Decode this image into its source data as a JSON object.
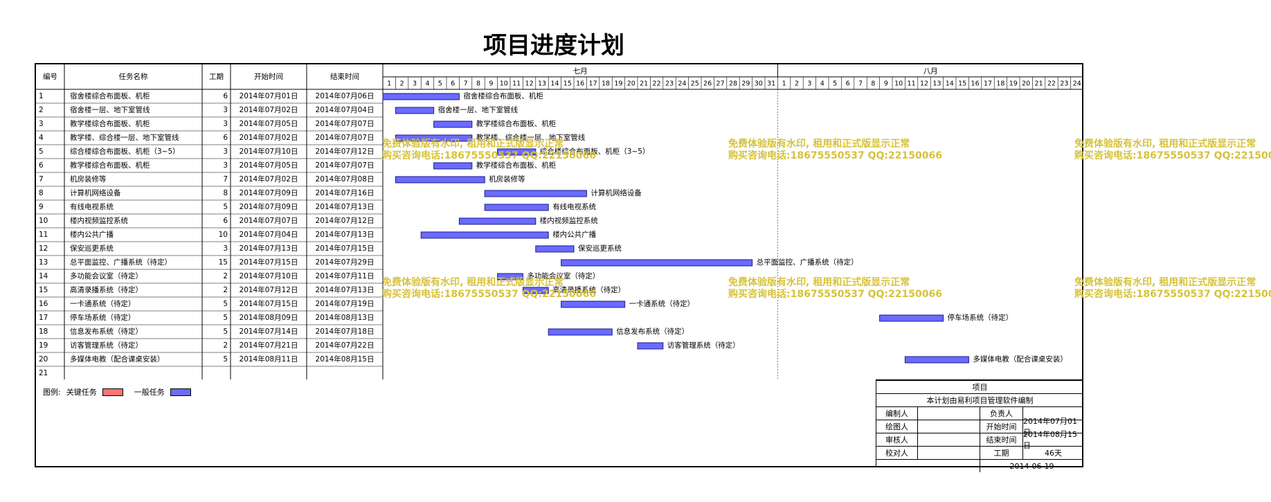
{
  "title": "项目进度计划",
  "chart_data": {
    "type": "gantt",
    "columns": [
      "编号",
      "任务名称",
      "工期",
      "开始时间",
      "结束时间"
    ],
    "months": [
      {
        "label": "七月",
        "days": 31
      },
      {
        "label": "八月",
        "days": 24
      }
    ],
    "tasks": [
      {
        "id": "1",
        "name": "宿舍楼综合布面板、机柜",
        "duration": 6,
        "start": "2014年07月01日",
        "end": "2014年07月06日",
        "s": 1,
        "e": 6
      },
      {
        "id": "2",
        "name": "宿舍楼一层、地下室管线",
        "duration": 3,
        "start": "2014年07月02日",
        "end": "2014年07月04日",
        "s": 2,
        "e": 4
      },
      {
        "id": "3",
        "name": "教学楼综合布面板、机柜",
        "duration": 3,
        "start": "2014年07月05日",
        "end": "2014年07月07日",
        "s": 5,
        "e": 7
      },
      {
        "id": "4",
        "name": "教学楼、综合楼一层、地下室管线",
        "duration": 6,
        "start": "2014年07月02日",
        "end": "2014年07月07日",
        "s": 2,
        "e": 7
      },
      {
        "id": "5",
        "name": "综合楼综合布面板、机柜（3~5）",
        "duration": 3,
        "start": "2014年07月10日",
        "end": "2014年07月12日",
        "s": 10,
        "e": 12
      },
      {
        "id": "6",
        "name": "教学楼综合布面板、机柜",
        "duration": 3,
        "start": "2014年07月05日",
        "end": "2014年07月07日",
        "s": 5,
        "e": 7
      },
      {
        "id": "7",
        "name": "机房装修等",
        "duration": 7,
        "start": "2014年07月02日",
        "end": "2014年07月08日",
        "s": 2,
        "e": 8
      },
      {
        "id": "8",
        "name": "计算机网络设备",
        "duration": 8,
        "start": "2014年07月09日",
        "end": "2014年07月16日",
        "s": 9,
        "e": 16
      },
      {
        "id": "9",
        "name": "有线电视系统",
        "duration": 5,
        "start": "2014年07月09日",
        "end": "2014年07月13日",
        "s": 9,
        "e": 13
      },
      {
        "id": "10",
        "name": "楼内视频监控系统",
        "duration": 6,
        "start": "2014年07月07日",
        "end": "2014年07月12日",
        "s": 7,
        "e": 12
      },
      {
        "id": "11",
        "name": "楼内公共广播",
        "duration": 10,
        "start": "2014年07月04日",
        "end": "2014年07月13日",
        "s": 4,
        "e": 13
      },
      {
        "id": "12",
        "name": "保安巡更系统",
        "duration": 3,
        "start": "2014年07月13日",
        "end": "2014年07月15日",
        "s": 13,
        "e": 15
      },
      {
        "id": "13",
        "name": "总平面监控、广播系统（待定）",
        "duration": 15,
        "start": "2014年07月15日",
        "end": "2014年07月29日",
        "s": 15,
        "e": 29
      },
      {
        "id": "14",
        "name": "多功能会议室（待定）",
        "duration": 2,
        "start": "2014年07月10日",
        "end": "2014年07月11日",
        "s": 10,
        "e": 11
      },
      {
        "id": "15",
        "name": "高清录播系统（待定）",
        "duration": 2,
        "start": "2014年07月12日",
        "end": "2014年07月13日",
        "s": 12,
        "e": 13
      },
      {
        "id": "16",
        "name": "一卡通系统（待定）",
        "duration": 5,
        "start": "2014年07月15日",
        "end": "2014年07月19日",
        "s": 15,
        "e": 19
      },
      {
        "id": "17",
        "name": "停车场系统（待定）",
        "duration": 5,
        "start": "2014年08月09日",
        "end": "2014年08月13日",
        "s": 40,
        "e": 44
      },
      {
        "id": "18",
        "name": "信息发布系统（待定）",
        "duration": 5,
        "start": "2014年07月14日",
        "end": "2014年07月18日",
        "s": 14,
        "e": 18
      },
      {
        "id": "19",
        "name": "访客管理系统（待定）",
        "duration": 2,
        "start": "2014年07月21日",
        "end": "2014年07月22日",
        "s": 21,
        "e": 22
      },
      {
        "id": "20",
        "name": "多媒体电教（配合课桌安装）",
        "duration": 5,
        "start": "2014年08月11日",
        "end": "2014年08月15日",
        "s": 42,
        "e": 46
      },
      {
        "id": "21",
        "name": "",
        "duration": null,
        "start": "",
        "end": "",
        "s": null,
        "e": null
      }
    ],
    "colors": {
      "bar": "#6b6bff",
      "bar_border": "#1a1a8c",
      "critical": "#ff7373"
    }
  },
  "legend": {
    "label": "图例:",
    "critical": "关键任务",
    "normal": "一般任务"
  },
  "info": {
    "header": "项目",
    "note": "本计划由易利项目管理软件编制",
    "editor_label": "编制人",
    "owner_label": "负责人",
    "drawer_label": "绘图人",
    "start_label": "开始时间",
    "start_value": "2014年07月01日",
    "reviewer_label": "审核人",
    "end_label": "结束时间",
    "end_value": "2014年08月15日",
    "checker_label": "校对人",
    "duration_label": "工期",
    "duration_value": "46天",
    "date": "2014-06-19"
  },
  "watermark": {
    "line1": "免费体验版有水印, 租用和正式版显示正常",
    "line2": "购买咨询电话:18675550537 QQ:22150066"
  }
}
